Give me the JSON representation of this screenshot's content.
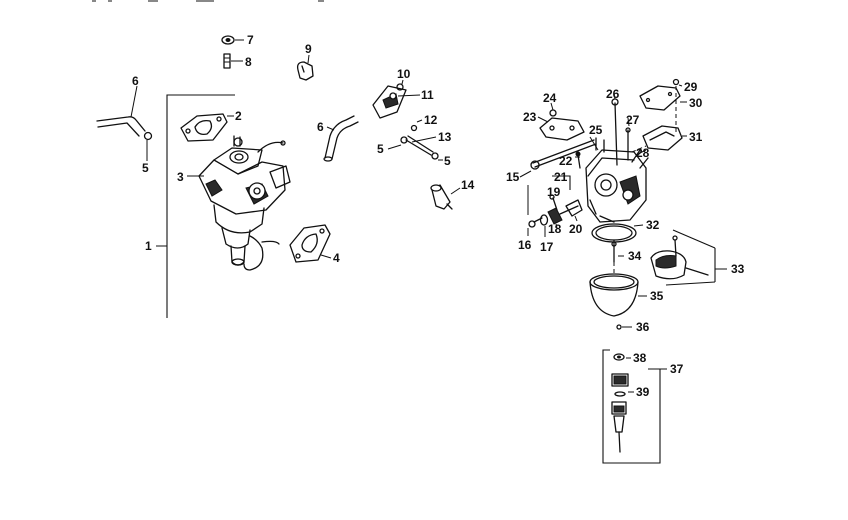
{
  "top_marks": "",
  "callouts": {
    "c1": "1",
    "c2": "2",
    "c3": "3",
    "c4": "4",
    "c5a": "5",
    "c5b": "5",
    "c5c": "5",
    "c6a": "6",
    "c6b": "6",
    "c7": "7",
    "c8": "8",
    "c9": "9",
    "c10": "10",
    "c11": "11",
    "c12": "12",
    "c13": "13",
    "c14": "14",
    "c15": "15",
    "c16": "16",
    "c17": "17",
    "c18": "18",
    "c19": "19",
    "c20": "20",
    "c21": "21",
    "c22": "22",
    "c23": "23",
    "c24": "24",
    "c25": "25",
    "c26": "26",
    "c27": "27",
    "c28": "28",
    "c29": "29",
    "c30": "30",
    "c31": "31",
    "c32": "32",
    "c33": "33",
    "c34": "34",
    "c35": "35",
    "c36": "36",
    "c37": "37",
    "c38": "38",
    "c39": "39"
  }
}
